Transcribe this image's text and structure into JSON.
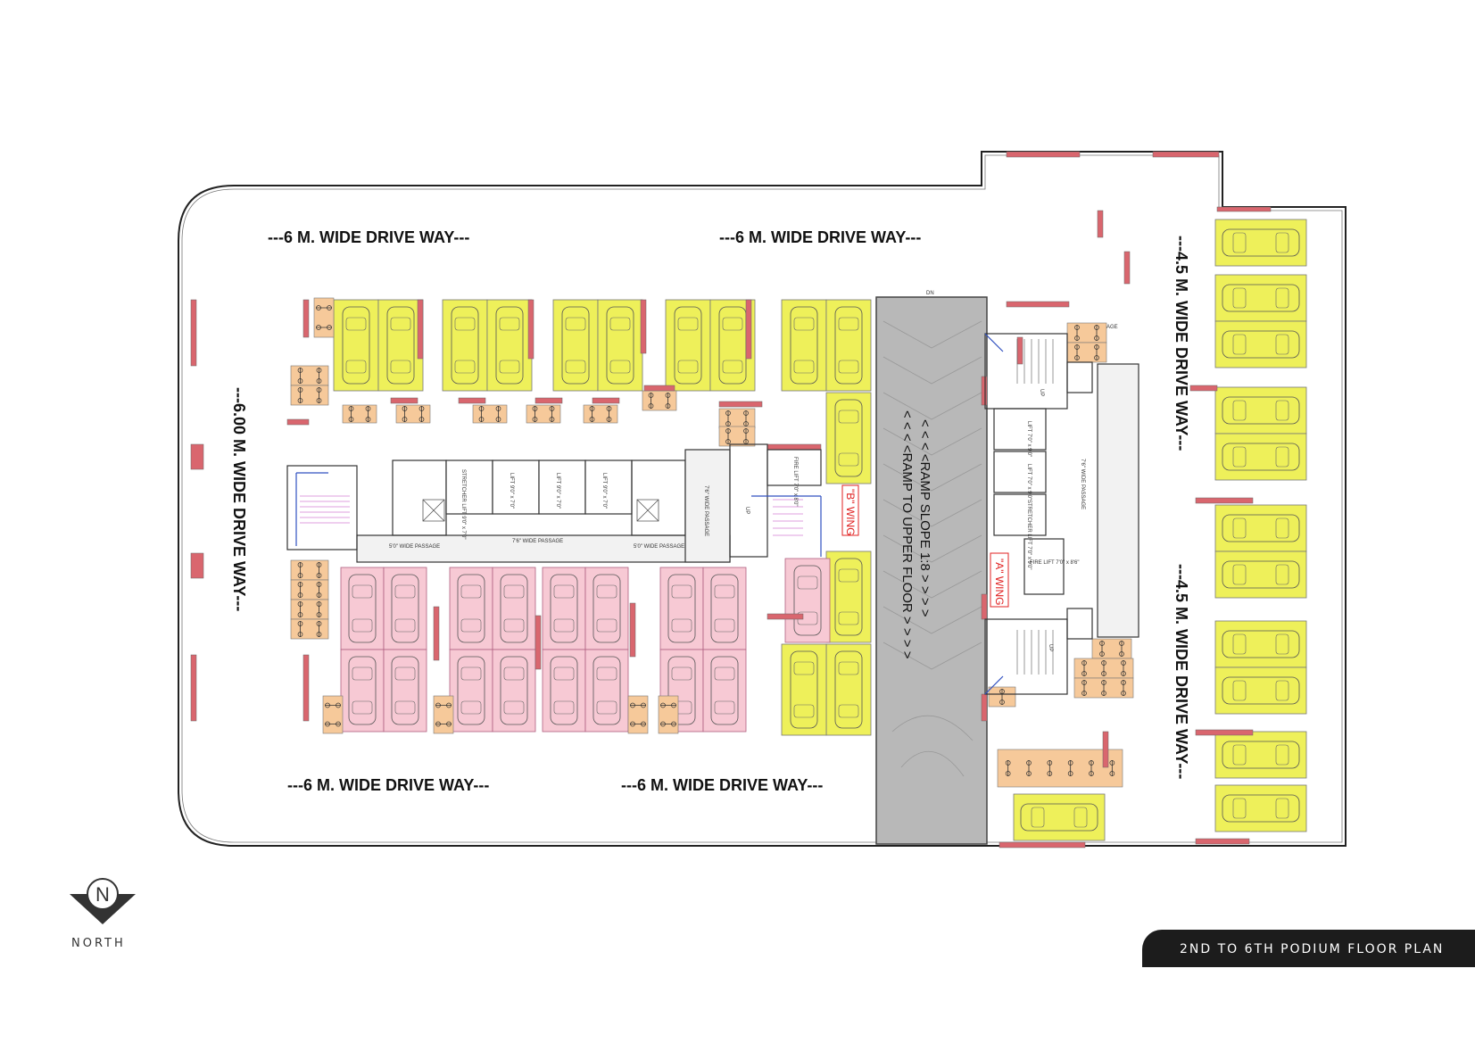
{
  "title": "2ND TO 6TH PODIUM FLOOR PLAN",
  "north_label": "NORTH",
  "north_letter": "N",
  "colors": {
    "car_bay": "#eef05a",
    "special_car_bay": "#f7c9d4",
    "bike_bay": "#f6c99a",
    "ramp": "#b8b8b8",
    "wall_marker": "#d9666e",
    "title_bar": "#1c1c1c"
  },
  "driveways": {
    "top_left": "---6 M. WIDE DRIVE WAY---",
    "top_right": "---6 M. WIDE DRIVE WAY---",
    "bottom_left": "---6 M. WIDE DRIVE WAY---",
    "bottom_right": "---6 M. WIDE DRIVE WAY---",
    "left_vertical": "---6.00 M. WIDE DRIVE WAY---",
    "right_upper": "---4.5 M. WIDE DRIVE WAY---",
    "right_lower": "---4.5 M. WIDE DRIVE WAY---"
  },
  "ramp": {
    "slope": "< < < <RAMP SLOPE 1:8 > > > >",
    "to_upper": "< < < <RAMP TO UPPER FLOOR > > > >",
    "dn": "DN"
  },
  "wings": {
    "b": "\"B\" WING",
    "a": "\"A\" WING"
  },
  "b_wing_core": {
    "passage_main": "7'6\" WIDE PASSAGE",
    "passage_left": "5'0\" WIDE PASSAGE",
    "passage_right": "5'0\" WIDE PASSAGE",
    "passage_vertical": "7'6\" WIDE PASSAGE",
    "lifts": [
      "STRETCHER LIFT 9'0\" x 7'0\"",
      "LIFT 9'0\" x 7'0\"",
      "LIFT 9'0\" x 7'0\"",
      "LIFT 9'0\" x 7'0\""
    ],
    "fire_lift": "FIRE LIFT 7'0\" x 8'0\"",
    "up": "UP"
  },
  "a_wing_core": {
    "passage": "7'6\" WIDE PASSAGE",
    "lifts": [
      "LIFT 7'0\" x 9'0\"",
      "LIFT 7'0\" x 9'0\"",
      "STRETCHER LIFT 7'0\" x 9'0\""
    ],
    "fire_lift": "FIRE LIFT 7'0\" x 8'6\"",
    "up": "UP",
    "passage_short": "AGE"
  }
}
